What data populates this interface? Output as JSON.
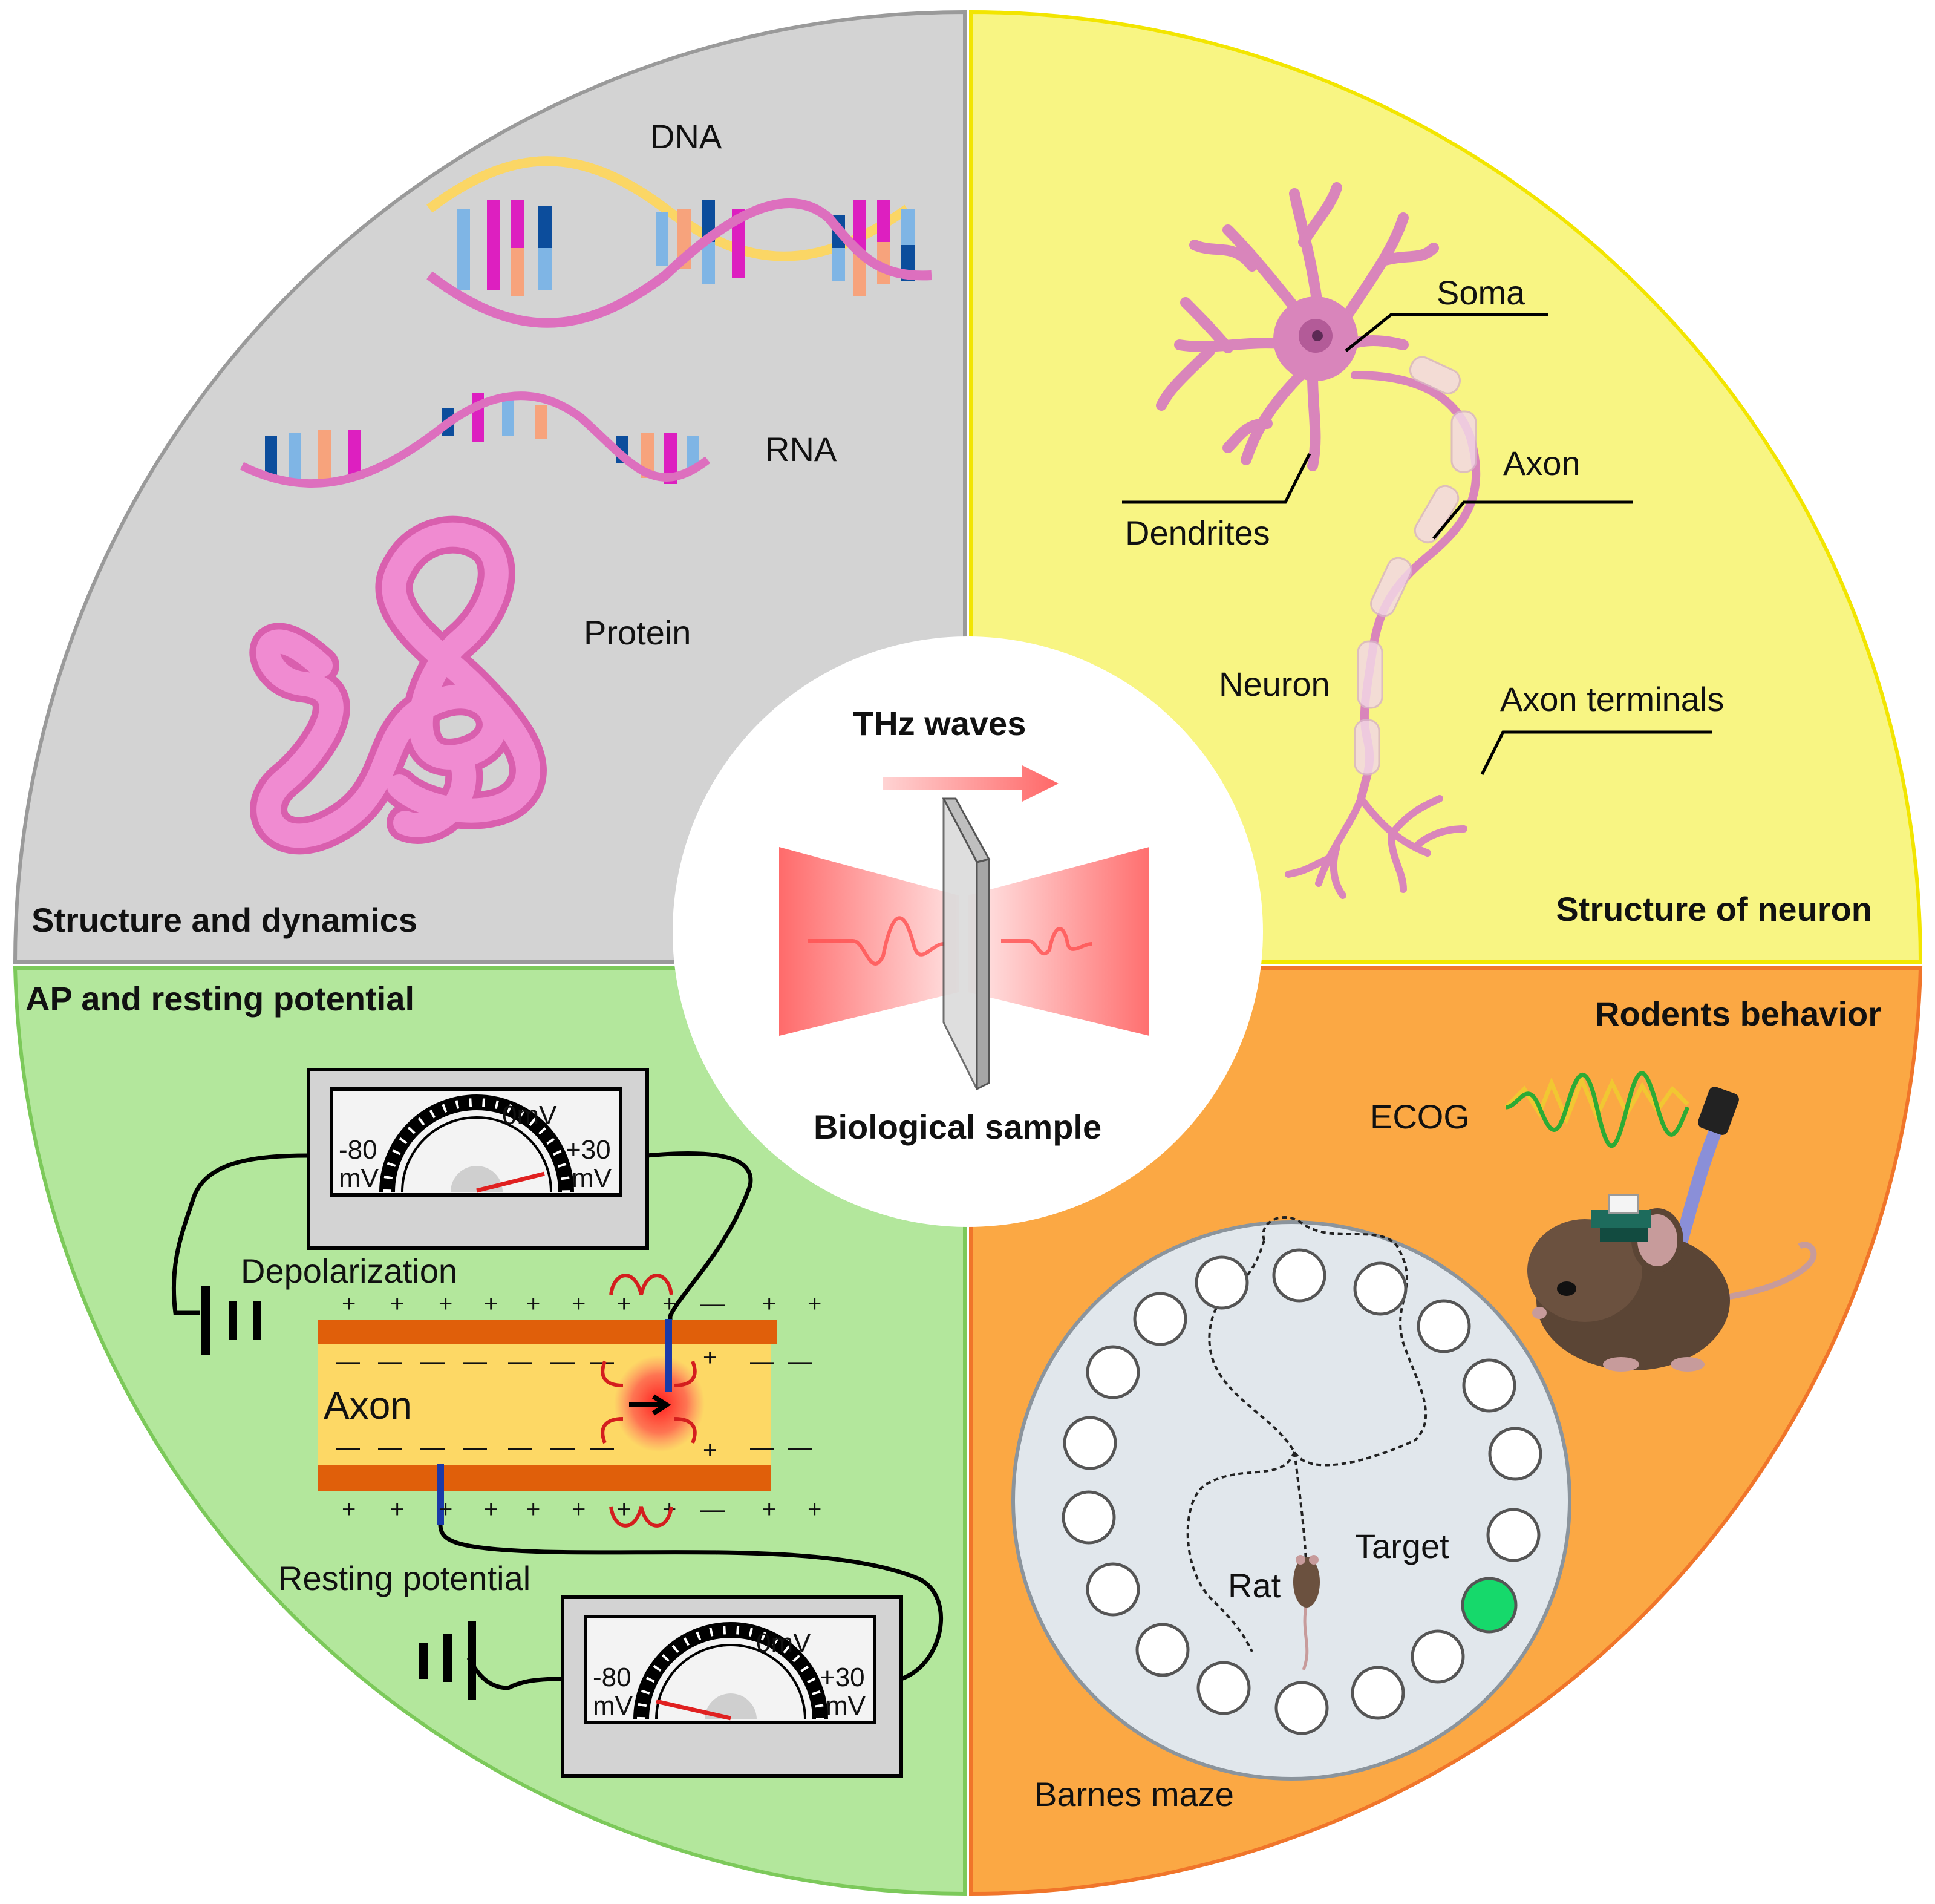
{
  "colors": {
    "q_top_left": "#d3d3d3",
    "q_top_right": "#f8f583",
    "q_bottom_left": "#b3e79c",
    "q_bottom_right": "#fba844",
    "dna_backbone_pink": "#dd6fbe",
    "dna_backbone_yellow": "#fbd665",
    "neuron_pink": "#d985bb",
    "axon_membrane": "#e05f0a",
    "axon_inside": "#fdd865",
    "thz_red": "#ff6b6b",
    "target_green": "#16d96b",
    "ecog_green": "#2cab35",
    "ecog_yellow": "#f1c732"
  },
  "center": {
    "thz_label": "THz waves",
    "sample_label": "Biological sample"
  },
  "top_left": {
    "title": "Structure and dynamics",
    "dna_label": "DNA",
    "rna_label": "RNA",
    "protein_label": "Protein"
  },
  "top_right": {
    "title": "Structure of neuron",
    "soma_label": "Soma",
    "axon_label": "Axon",
    "dendrites_label": "Dendrites",
    "neuron_label": "Neuron",
    "terminals_label": "Axon terminals"
  },
  "bottom_left": {
    "title": "AP and resting potential",
    "depolarization_label": "Depolarization",
    "resting_label": "Resting potential",
    "axon_label": "Axon",
    "meter_left_value": "-80",
    "meter_mid_value": "0mV",
    "meter_right_value": "+30",
    "meter_unit": "mV",
    "plus": "+",
    "minus": "—"
  },
  "bottom_right": {
    "title": "Rodents behavior",
    "ecog_label": "ECOG",
    "rat_label": "Rat",
    "target_label": "Target",
    "maze_label": "Barnes maze"
  }
}
